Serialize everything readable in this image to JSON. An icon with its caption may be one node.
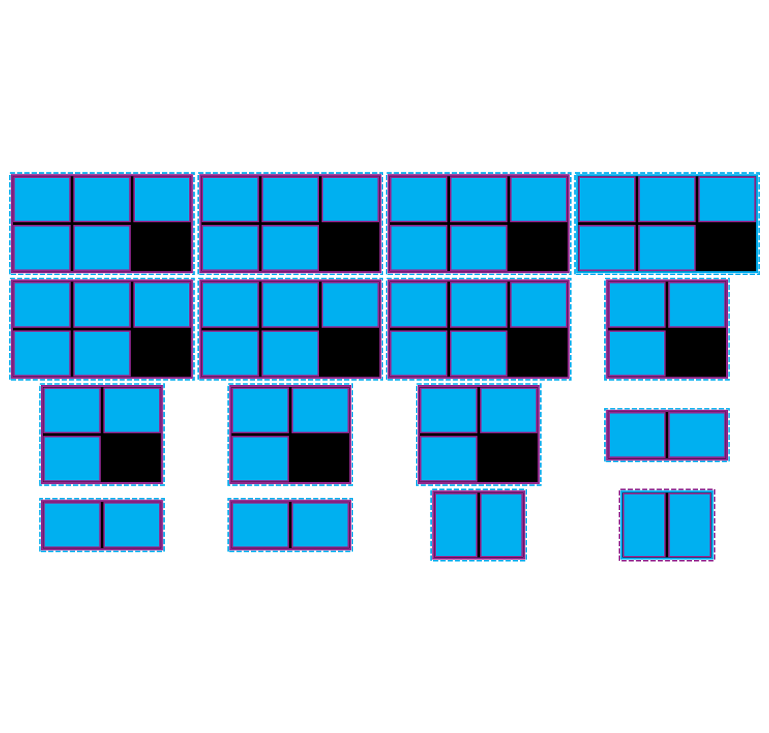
{
  "diagram": {
    "nodes": [
      {
        "text": [],
        "shape": "box"
      },
      {
        "text": [],
        "shape": "box",
        "in": 0
      },
      {
        "text": [],
        "shape": "box",
        "in": 1
      },
      {
        "text": [],
        "shape": "box",
        "in": 1
      },
      {
        "text": [],
        "shape": "box",
        "in": 1
      },
      {
        "text": [],
        "shape": "box"
      },
      {
        "text": [],
        "shape": "box",
        "in": 5
      },
      {
        "text": [],
        "shape": "box",
        "in": 6
      },
      {
        "text": [],
        "shape": "box",
        "in": 6
      },
      {
        "text": [],
        "shape": "box"
      },
      {
        "text": [],
        "shape": "box",
        "in": 9
      },
      {
        "text": [],
        "shape": "box",
        "in": 10
      },
      {
        "text": [],
        "shape": "box",
        "in": 10
      },
      {
        "text": [],
        "shape": "box",
        "in": 10
      },
      {
        "text": [],
        "shape": "box"
      },
      {
        "text": [],
        "shape": "box",
        "in": 14
      },
      {
        "text": [],
        "shape": "box",
        "in": 15
      },
      {
        "text": [],
        "shape": "box",
        "in": 15
      },
      {
        "text": [],
        "shape": "box",
        "in": 15
      },
      {
        "text": [],
        "shape": "box"
      },
      {
        "text": [],
        "shape": "box",
        "in": 19
      },
      {
        "text": [],
        "shape": "box",
        "in": 20
      },
      {
        "text": [],
        "shape": "box",
        "in": 20
      },
      {
        "text": [],
        "shape": "box",
        "in": 20
      },
      {
        "text": [],
        "shape": "box"
      },
      {
        "text": [],
        "shape": "box",
        "in": 24
      },
      {
        "text": [],
        "shape": "box",
        "in": 25
      },
      {
        "text": [],
        "shape": "box",
        "in": 25
      },
      {
        "text": [],
        "shape": "box",
        "in": 25
      },
      {
        "text": [],
        "shape": "box",
        "in": 25
      },
      {
        "text": [],
        "shape": "box",
        "in": 25
      },
      {
        "text": [],
        "shape": "box"
      },
      {
        "text": [],
        "shape": "box",
        "in": 31
      },
      {
        "text": [],
        "shape": "box",
        "in": 32
      },
      {
        "text": [],
        "shape": "box",
        "in": 32
      },
      {
        "text": [],
        "shape": "box",
        "in": 32
      },
      {
        "text": [],
        "shape": "box",
        "in": 32
      },
      {
        "text": [],
        "shape": "box",
        "in": 32
      },
      {
        "text": [],
        "shape": "box"
      },
      {
        "text": [],
        "shape": "box",
        "in": 38
      },
      {
        "text": [],
        "shape": "box",
        "in": 39
      },
      {
        "text": [],
        "shape": "box",
        "in": 39
      },
      {
        "text": [],
        "shape": "box"
      },
      {
        "text": [],
        "shape": "box",
        "in": 42
      },
      {
        "text": [],
        "shape": "box",
        "in": 43
      },
      {
        "text": [],
        "shape": "box",
        "in": 43
      },
      {
        "text": [],
        "shape": "box"
      },
      {
        "text": [],
        "shape": "box",
        "in": 46
      },
      {
        "text": [],
        "shape": "box",
        "in": 47
      },
      {
        "text": [],
        "shape": "box",
        "in": 47
      },
      {
        "text": [],
        "shape": "box",
        "in": 47
      },
      {
        "text": [],
        "shape": "box",
        "in": 47
      },
      {
        "text": [],
        "shape": "box",
        "in": 47
      },
      {
        "text": [],
        "shape": "box"
      },
      {
        "text": [],
        "shape": "box",
        "in": 53
      },
      {
        "text": [],
        "shape": "box",
        "in": 54
      },
      {
        "text": [],
        "shape": "box",
        "in": 54
      },
      {
        "text": [],
        "shape": "box",
        "in": 54
      },
      {
        "text": [],
        "shape": "box",
        "in": 54
      },
      {
        "text": [],
        "shape": "box",
        "in": 54
      },
      {
        "text": [],
        "shape": "box"
      },
      {
        "text": [],
        "shape": "box",
        "in": 60
      },
      {
        "text": [],
        "shape": "box",
        "in": 61
      },
      {
        "text": [],
        "shape": "box",
        "in": 61
      },
      {
        "text": [],
        "shape": "box",
        "in": 61
      },
      {
        "text": [],
        "shape": "box",
        "in": 61
      },
      {
        "text": [],
        "shape": "box",
        "in": 61
      },
      {
        "text": [],
        "shape": "box"
      },
      {
        "text": [],
        "shape": "box",
        "in": 67
      },
      {
        "text": [],
        "shape": "box",
        "in": 68
      },
      {
        "text": [],
        "shape": "box",
        "in": 68
      },
      {
        "text": [],
        "shape": "box"
      },
      {
        "text": [],
        "shape": "box",
        "in": 71
      },
      {
        "text": [],
        "shape": "box",
        "in": 72
      },
      {
        "text": [],
        "shape": "box",
        "in": 72
      },
      {
        "text": [],
        "shape": "box",
        "in": 72
      },
      {
        "text": [],
        "shape": "box",
        "in": 72
      },
      {
        "text": [],
        "shape": "box",
        "in": 72
      },
      {
        "text": [],
        "shape": "box"
      },
      {
        "text": [],
        "shape": "box",
        "in": 78
      },
      {
        "text": [],
        "shape": "box",
        "in": 79
      },
      {
        "text": [],
        "shape": "box",
        "in": 79
      },
      {
        "text": [],
        "shape": "box",
        "in": 79
      },
      {
        "text": [],
        "shape": "box",
        "in": 79
      },
      {
        "text": [],
        "shape": "box",
        "in": 79
      },
      {
        "text": [],
        "shape": "box"
      },
      {
        "text": [],
        "shape": "box",
        "in": 85
      },
      {
        "text": [],
        "shape": "box",
        "in": 86
      },
      {
        "text": [],
        "shape": "box",
        "in": 86
      }
    ]
  }
}
